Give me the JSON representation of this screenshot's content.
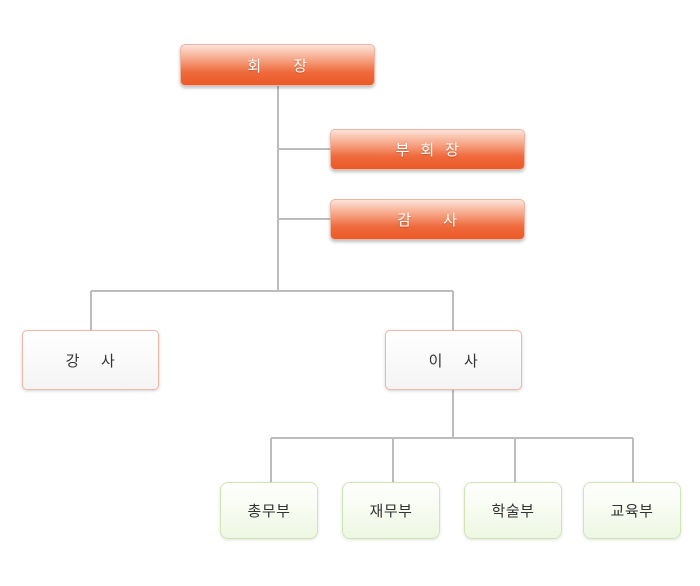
{
  "nodes": {
    "chairman": "회      장",
    "vice_chairman": "부  회  장",
    "auditor": "감      사",
    "instructor": "강    사",
    "director": "이    사",
    "general_affairs": "총무부",
    "finance": "재무부",
    "academic": "학술부",
    "education": "교육부"
  },
  "colors": {
    "top_box": "#ec5a27",
    "mid_box_border": "#f0b8a8",
    "dept_box_border": "#cfe6b4",
    "connector": "#bdbdbd"
  }
}
